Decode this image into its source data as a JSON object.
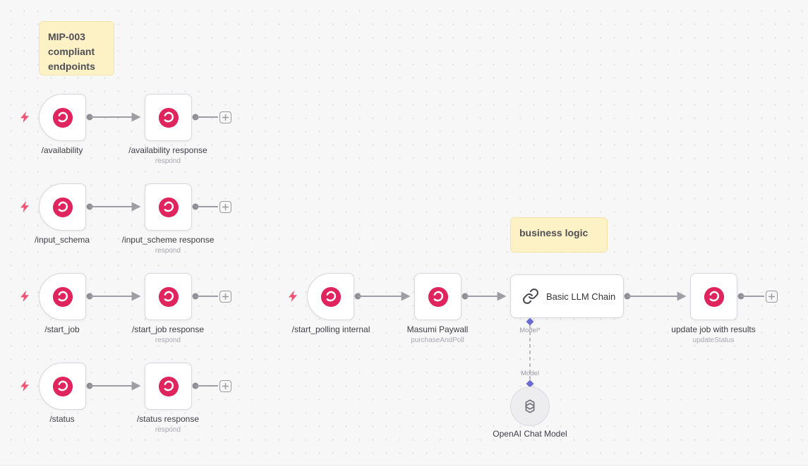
{
  "stickies": {
    "mip": {
      "text": "MIP-003 compliant endpoints"
    },
    "business": {
      "text": "business logic"
    }
  },
  "nodes": {
    "availability": {
      "label": "/availability"
    },
    "availability_response": {
      "label": "/availability response",
      "sub": "respond"
    },
    "input_schema": {
      "label": "/input_schema"
    },
    "input_schema_response": {
      "label": "/input_scheme response",
      "sub": "respond"
    },
    "start_job": {
      "label": "/start_job"
    },
    "start_job_response": {
      "label": "/start_job response",
      "sub": "respond"
    },
    "status": {
      "label": "/status"
    },
    "status_response": {
      "label": "/status response",
      "sub": "respond"
    },
    "start_polling": {
      "label": "/start_polling internal"
    },
    "masumi_paywall": {
      "label": "Masumi Paywall",
      "sub": "purchaseAndPoll"
    },
    "basic_llm_chain": {
      "label": "Basic LLM Chain"
    },
    "update_job": {
      "label": "update job with results",
      "sub": "updateStatus"
    },
    "openai_chat_model": {
      "label": "OpenAI Chat Model"
    }
  },
  "ports": {
    "model_required": "Model*",
    "model": "Model"
  },
  "icons": {
    "webhook-icon": "red circle with white swirl",
    "chain-link-icon": "link",
    "openai-icon": "hexagonal knot",
    "lightning-trigger-icon": "lightning bolt",
    "add-node-icon": "plus"
  },
  "colors": {
    "icon_red": "#e0245e",
    "trigger_bolt": "#f05576",
    "diamond_port": "#6b6bd6",
    "sticky_bg": "#fdf1c6",
    "wire": "#9d9da3",
    "canvas_bg": "#f7f7f8"
  }
}
